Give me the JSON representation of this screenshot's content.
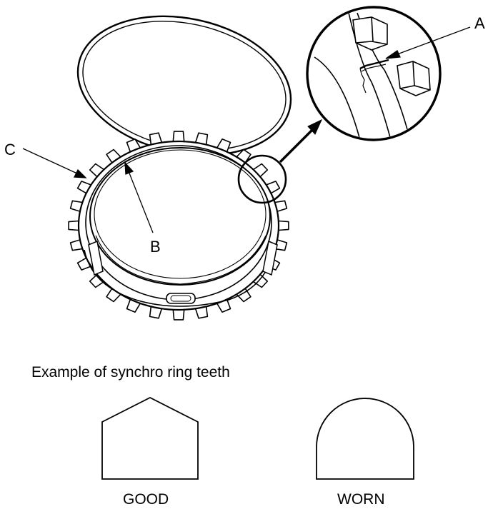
{
  "callouts": {
    "a": "A",
    "b": "B",
    "c": "C"
  },
  "caption": "Example of synchro ring teeth",
  "teeth": {
    "good": "GOOD",
    "worn": "WORN"
  },
  "colors": {
    "ink": "#000000",
    "paper": "#ffffff"
  }
}
